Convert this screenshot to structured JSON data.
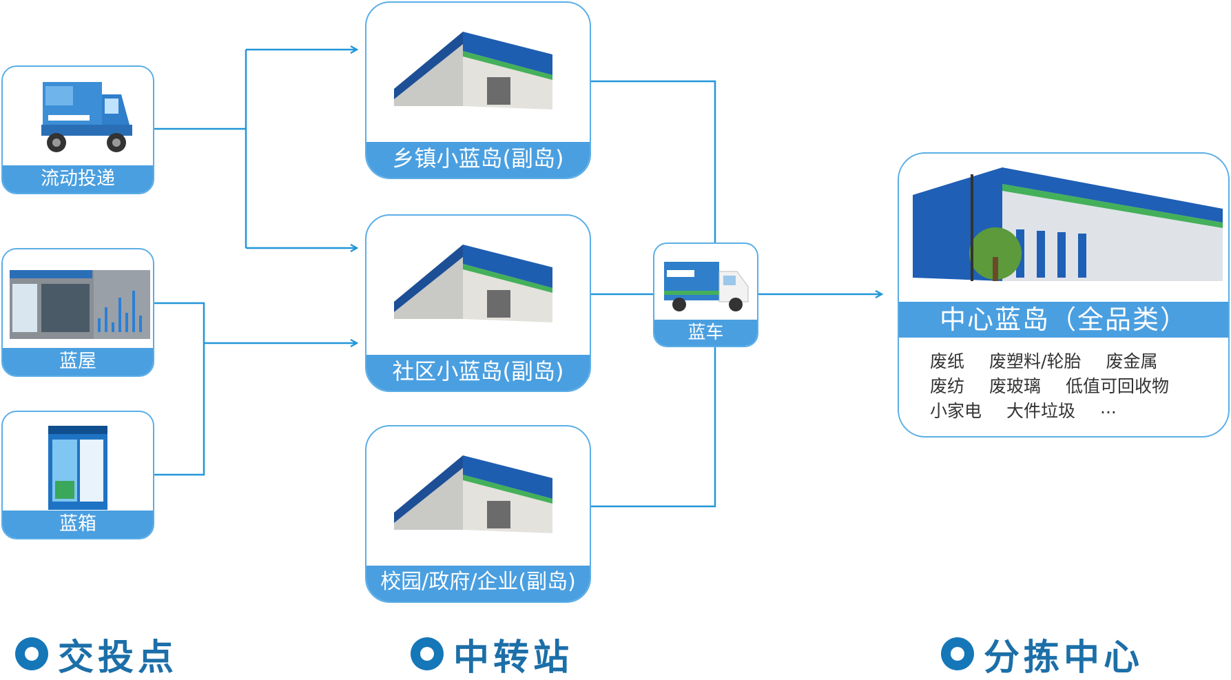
{
  "sources": [
    {
      "label": "流动投递",
      "icon": "tricycle-icon"
    },
    {
      "label": "蓝屋",
      "icon": "kiosk-icon"
    },
    {
      "label": "蓝箱",
      "icon": "recycle-box-icon"
    }
  ],
  "stations": [
    {
      "label": "乡镇小蓝岛(副岛)",
      "icon": "warehouse-icon"
    },
    {
      "label": "社区小蓝岛(副岛)",
      "icon": "warehouse-icon"
    },
    {
      "label": "校园/政府/企业(副岛)",
      "icon": "warehouse-icon"
    }
  ],
  "truck": {
    "label": "蓝车",
    "icon": "truck-icon"
  },
  "center": {
    "label": "中心蓝岛（全品类）",
    "icon": "sorting-center-icon",
    "categories": [
      [
        "废纸",
        "废塑料/轮胎",
        "废金属"
      ],
      [
        "废纺",
        "废玻璃",
        "低值可回收物"
      ],
      [
        "小家电",
        "大件垃圾",
        "..."
      ]
    ]
  },
  "legend": [
    "交投点",
    "中转站",
    "分拣中心"
  ],
  "colors": {
    "line": "#2196d9",
    "border": "#5aaee6",
    "label_bg": "#4a9fe0",
    "legend": "#1c6fa8"
  }
}
